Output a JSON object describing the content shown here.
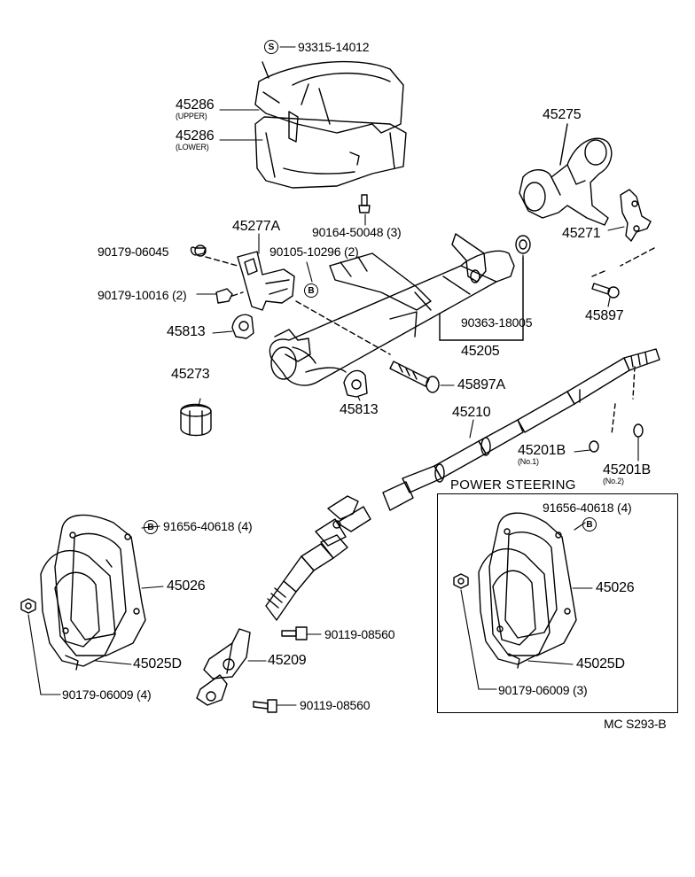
{
  "diagram": {
    "code": "MC S293-B",
    "inset_title": "POWER STEERING",
    "marks": {
      "s": "S",
      "b": "B"
    },
    "parts": {
      "p93315_14012": "93315-14012",
      "p45286_upper": "45286",
      "p45286_upper_note": "(UPPER)",
      "p45286_lower": "45286",
      "p45286_lower_note": "(LOWER)",
      "p45275": "45275",
      "p90164_50048": "90164-50048 (3)",
      "p45277A": "45277A",
      "p90179_06045": "90179-06045",
      "p90105_10296": "90105-10296 (2)",
      "p45271": "45271",
      "p90179_10016": "90179-10016 (2)",
      "p45897": "45897",
      "p90363_18005": "90363-18005",
      "p45813_a": "45813",
      "p45205": "45205",
      "p45273": "45273",
      "p45897A": "45897A",
      "p45813_b": "45813",
      "p45210": "45210",
      "p45201B_1": "45201B",
      "p45201B_1_note": "(No.1)",
      "p45201B_2": "45201B",
      "p45201B_2_note": "(No.2)",
      "p91656_40618_a": "91656-40618 (4)",
      "p45026_a": "45026",
      "p91656_40618_b": "91656-40618 (4)",
      "p45026_b": "45026",
      "p90119_08560_a": "90119-08560",
      "p45209": "45209",
      "p45025D_a": "45025D",
      "p45025D_b": "45025D",
      "p90179_06009_a": "90179-06009 (4)",
      "p90179_06009_b": "90179-06009 (3)",
      "p90119_08560_b": "90119-08560"
    }
  }
}
